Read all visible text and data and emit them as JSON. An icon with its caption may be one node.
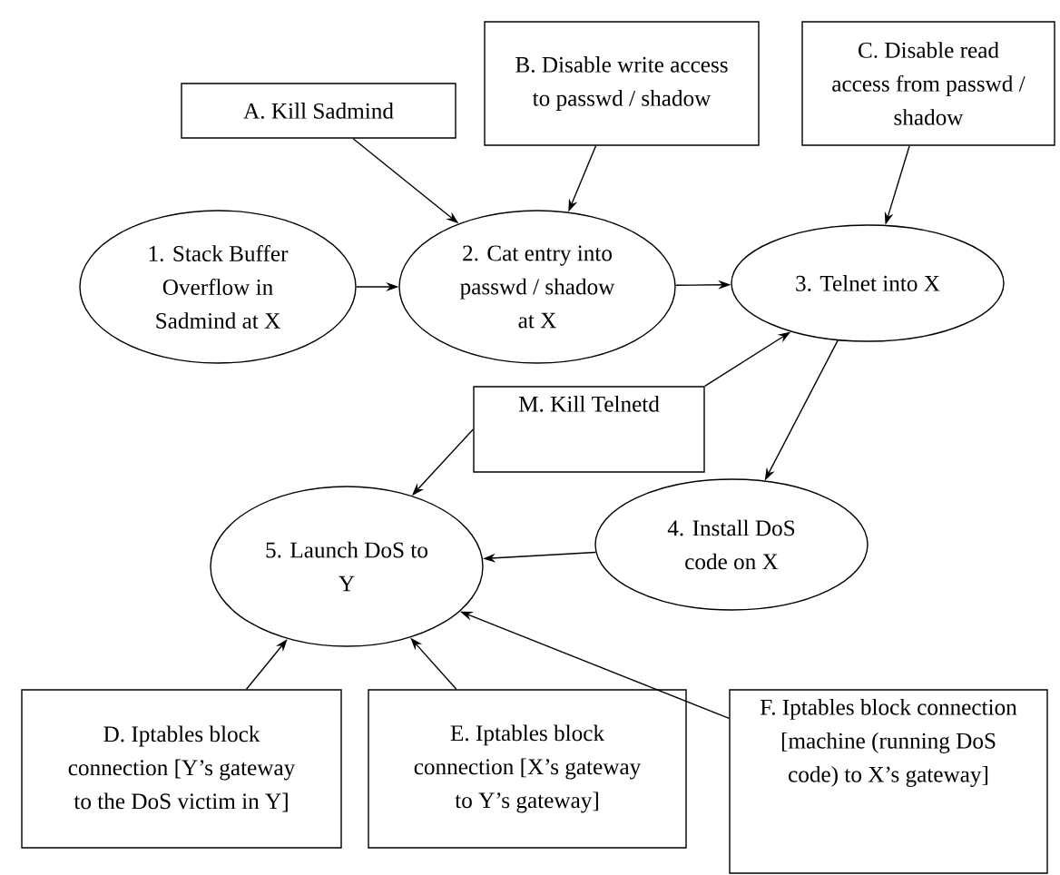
{
  "diagram": {
    "nodes": [
      {
        "text": [
          "1. Stack Buffer Overflow in Sadmind at X"
        ]
      },
      {
        "text": [
          "2. Cat entry into passwd / shadow at X"
        ]
      },
      {
        "text": [
          "3. Telnet into X"
        ]
      },
      {
        "text": [
          "4. Install DoS code on X"
        ]
      },
      {
        "text": [
          "5. Launch DoS to Y"
        ]
      },
      {
        "text": [
          "A. Kill Sadmind"
        ]
      },
      {
        "text": [
          "B. Disable write access to passwd / shadow"
        ]
      },
      {
        "text": [
          "C. Disable read access from passwd / shadow"
        ]
      },
      {
        "text": [
          "M. Kill Telnetd"
        ]
      },
      {
        "text": [
          "D. Iptables block connection [Y’s gateway to the DoS victim in Y]"
        ]
      },
      {
        "text": [
          "E. Iptables block connection [X’s gateway to Y’s gateway]"
        ]
      },
      {
        "text": [
          "F. Iptables block connection [machine (running DoS code) to X’s gateway]"
        ]
      }
    ],
    "edges": [
      {
        "from": 0,
        "to": 1,
        "arrow": "to"
      },
      {
        "from": 5,
        "to": 1,
        "arrow": "to"
      },
      {
        "from": 6,
        "to": 1,
        "arrow": "to"
      },
      {
        "from": 1,
        "to": 2,
        "arrow": "to"
      },
      {
        "from": 7,
        "to": 2,
        "arrow": "to"
      },
      {
        "from": 8,
        "to": 2,
        "arrow": "to"
      },
      {
        "from": 2,
        "to": 3,
        "arrow": "to"
      },
      {
        "from": 8,
        "to": 4,
        "arrow": "to"
      },
      {
        "from": 3,
        "to": 4,
        "arrow": "to"
      },
      {
        "from": 9,
        "to": 4,
        "arrow": "to"
      },
      {
        "from": 10,
        "to": 4,
        "arrow": "to"
      },
      {
        "from": 11,
        "to": 4,
        "arrow": "to"
      }
    ]
  }
}
